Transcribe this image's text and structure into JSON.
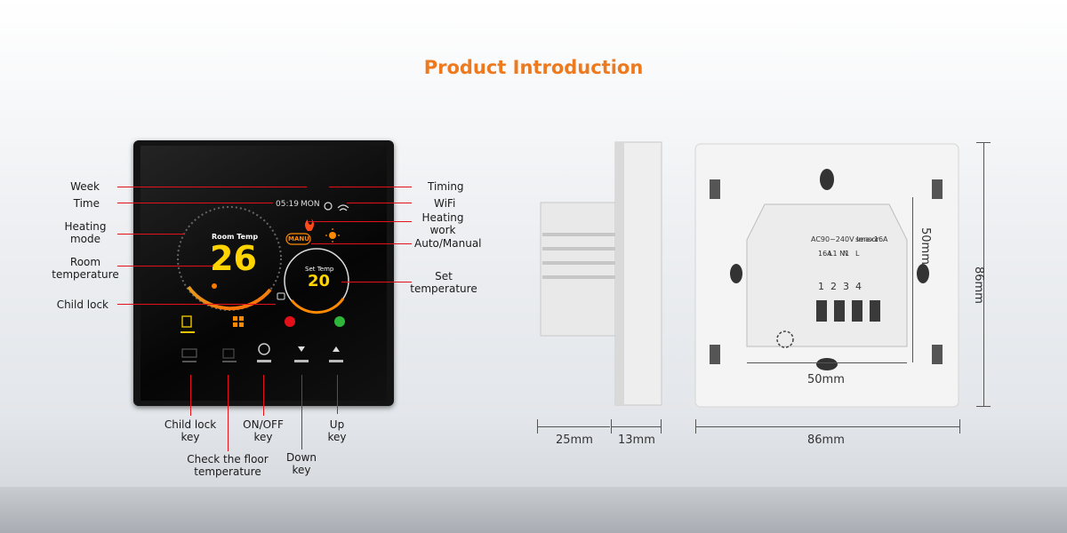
{
  "title": "Product Introduction",
  "screen": {
    "day": "MON",
    "time": "05:19",
    "room_label": "Room Temp",
    "room_value": "26",
    "set_label": "Set Temp",
    "set_value": "20",
    "mode_badge": "MANU"
  },
  "callouts": {
    "week": "Week",
    "time": "Time",
    "heating_mode": [
      "Heating",
      "mode"
    ],
    "room_temperature": [
      "Room",
      "temperature"
    ],
    "child_lock": "Child lock",
    "timing": "Timing",
    "wifi": "WiFi",
    "heating_work": [
      "Heating",
      "work"
    ],
    "auto_manual": "Auto/Manual",
    "set_temperature": [
      "Set",
      "temperature"
    ],
    "child_lock_key": [
      "Child lock",
      "key"
    ],
    "check_floor": [
      "Check the floor",
      "temperature"
    ],
    "onoff_key": [
      "ON/OFF",
      "key"
    ],
    "down_key": [
      "Down",
      "key"
    ],
    "up_key": [
      "Up",
      "key"
    ]
  },
  "back_panel": {
    "terminal_labels": [
      "1",
      "2",
      "3",
      "4"
    ],
    "terminal_text": [
      "16A",
      "L1 N1",
      "N",
      "L",
      "AC90~240V Imax16A",
      "sensor"
    ]
  },
  "dimensions": {
    "depth_total": "25mm",
    "depth_front": "13mm",
    "width": "86mm",
    "height": "86mm",
    "mount_w": "50mm",
    "mount_h": "50mm"
  },
  "colors": {
    "accent": "#ee7a1f",
    "callout_line": "#e4101a",
    "screen_yellow": "#ffd400"
  }
}
